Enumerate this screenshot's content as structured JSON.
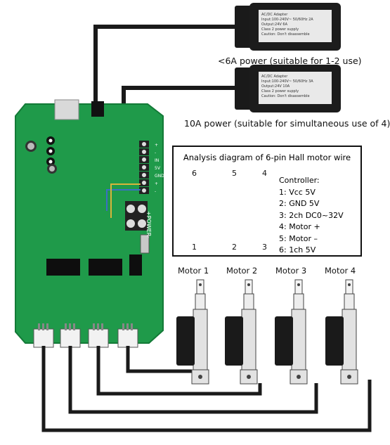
{
  "power_supplies": [
    {
      "label": "<6A power (suitable for 1-2 use)",
      "spec_lines": [
        "AC/DC Adapter",
        "Input:100-240V~ 50/60Hz 2A",
        "Output:24V  6A",
        "Class 2 power supply",
        "Caution: Don't disassemble"
      ]
    },
    {
      "label": "10A power (suitable for simultaneous use of 4)",
      "spec_lines": [
        "AC/DC Adapter",
        "Input:100-240V~ 50/60Hz 3A",
        "Output:24V  10A",
        "Class 2 power supply",
        "Caution: Don't disassemble"
      ]
    }
  ],
  "board": {
    "terminal_labels": [
      "+",
      "-",
      "IN",
      "5V",
      "GND",
      "+",
      "-"
    ],
    "power_terminal_label": "+POWER-"
  },
  "analysis": {
    "title": "Analysis diagram of 6-pin Hall motor wire",
    "pin_numbers": [
      "6",
      "5",
      "4",
      "1",
      "2",
      "3"
    ],
    "controller_heading": "Controller:",
    "pins": [
      "1: Vcc 5V",
      "2: GND 5V",
      "3: 2ch  DC0~32V",
      "4: Motor +",
      "5: Motor –",
      "6: 1ch  5V"
    ]
  },
  "motors": [
    {
      "label": "Motor 1"
    },
    {
      "label": "Motor 2"
    },
    {
      "label": "Motor 3"
    },
    {
      "label": "Motor 4"
    }
  ],
  "colors": {
    "board_green": "#1f9a4a",
    "board_green_dark": "#137a37",
    "cable_black": "#1a1a1a",
    "wire_yellow": "#d8b53a",
    "wire_blue": "#3b6fc4",
    "wire_red": "#d23a2a"
  }
}
